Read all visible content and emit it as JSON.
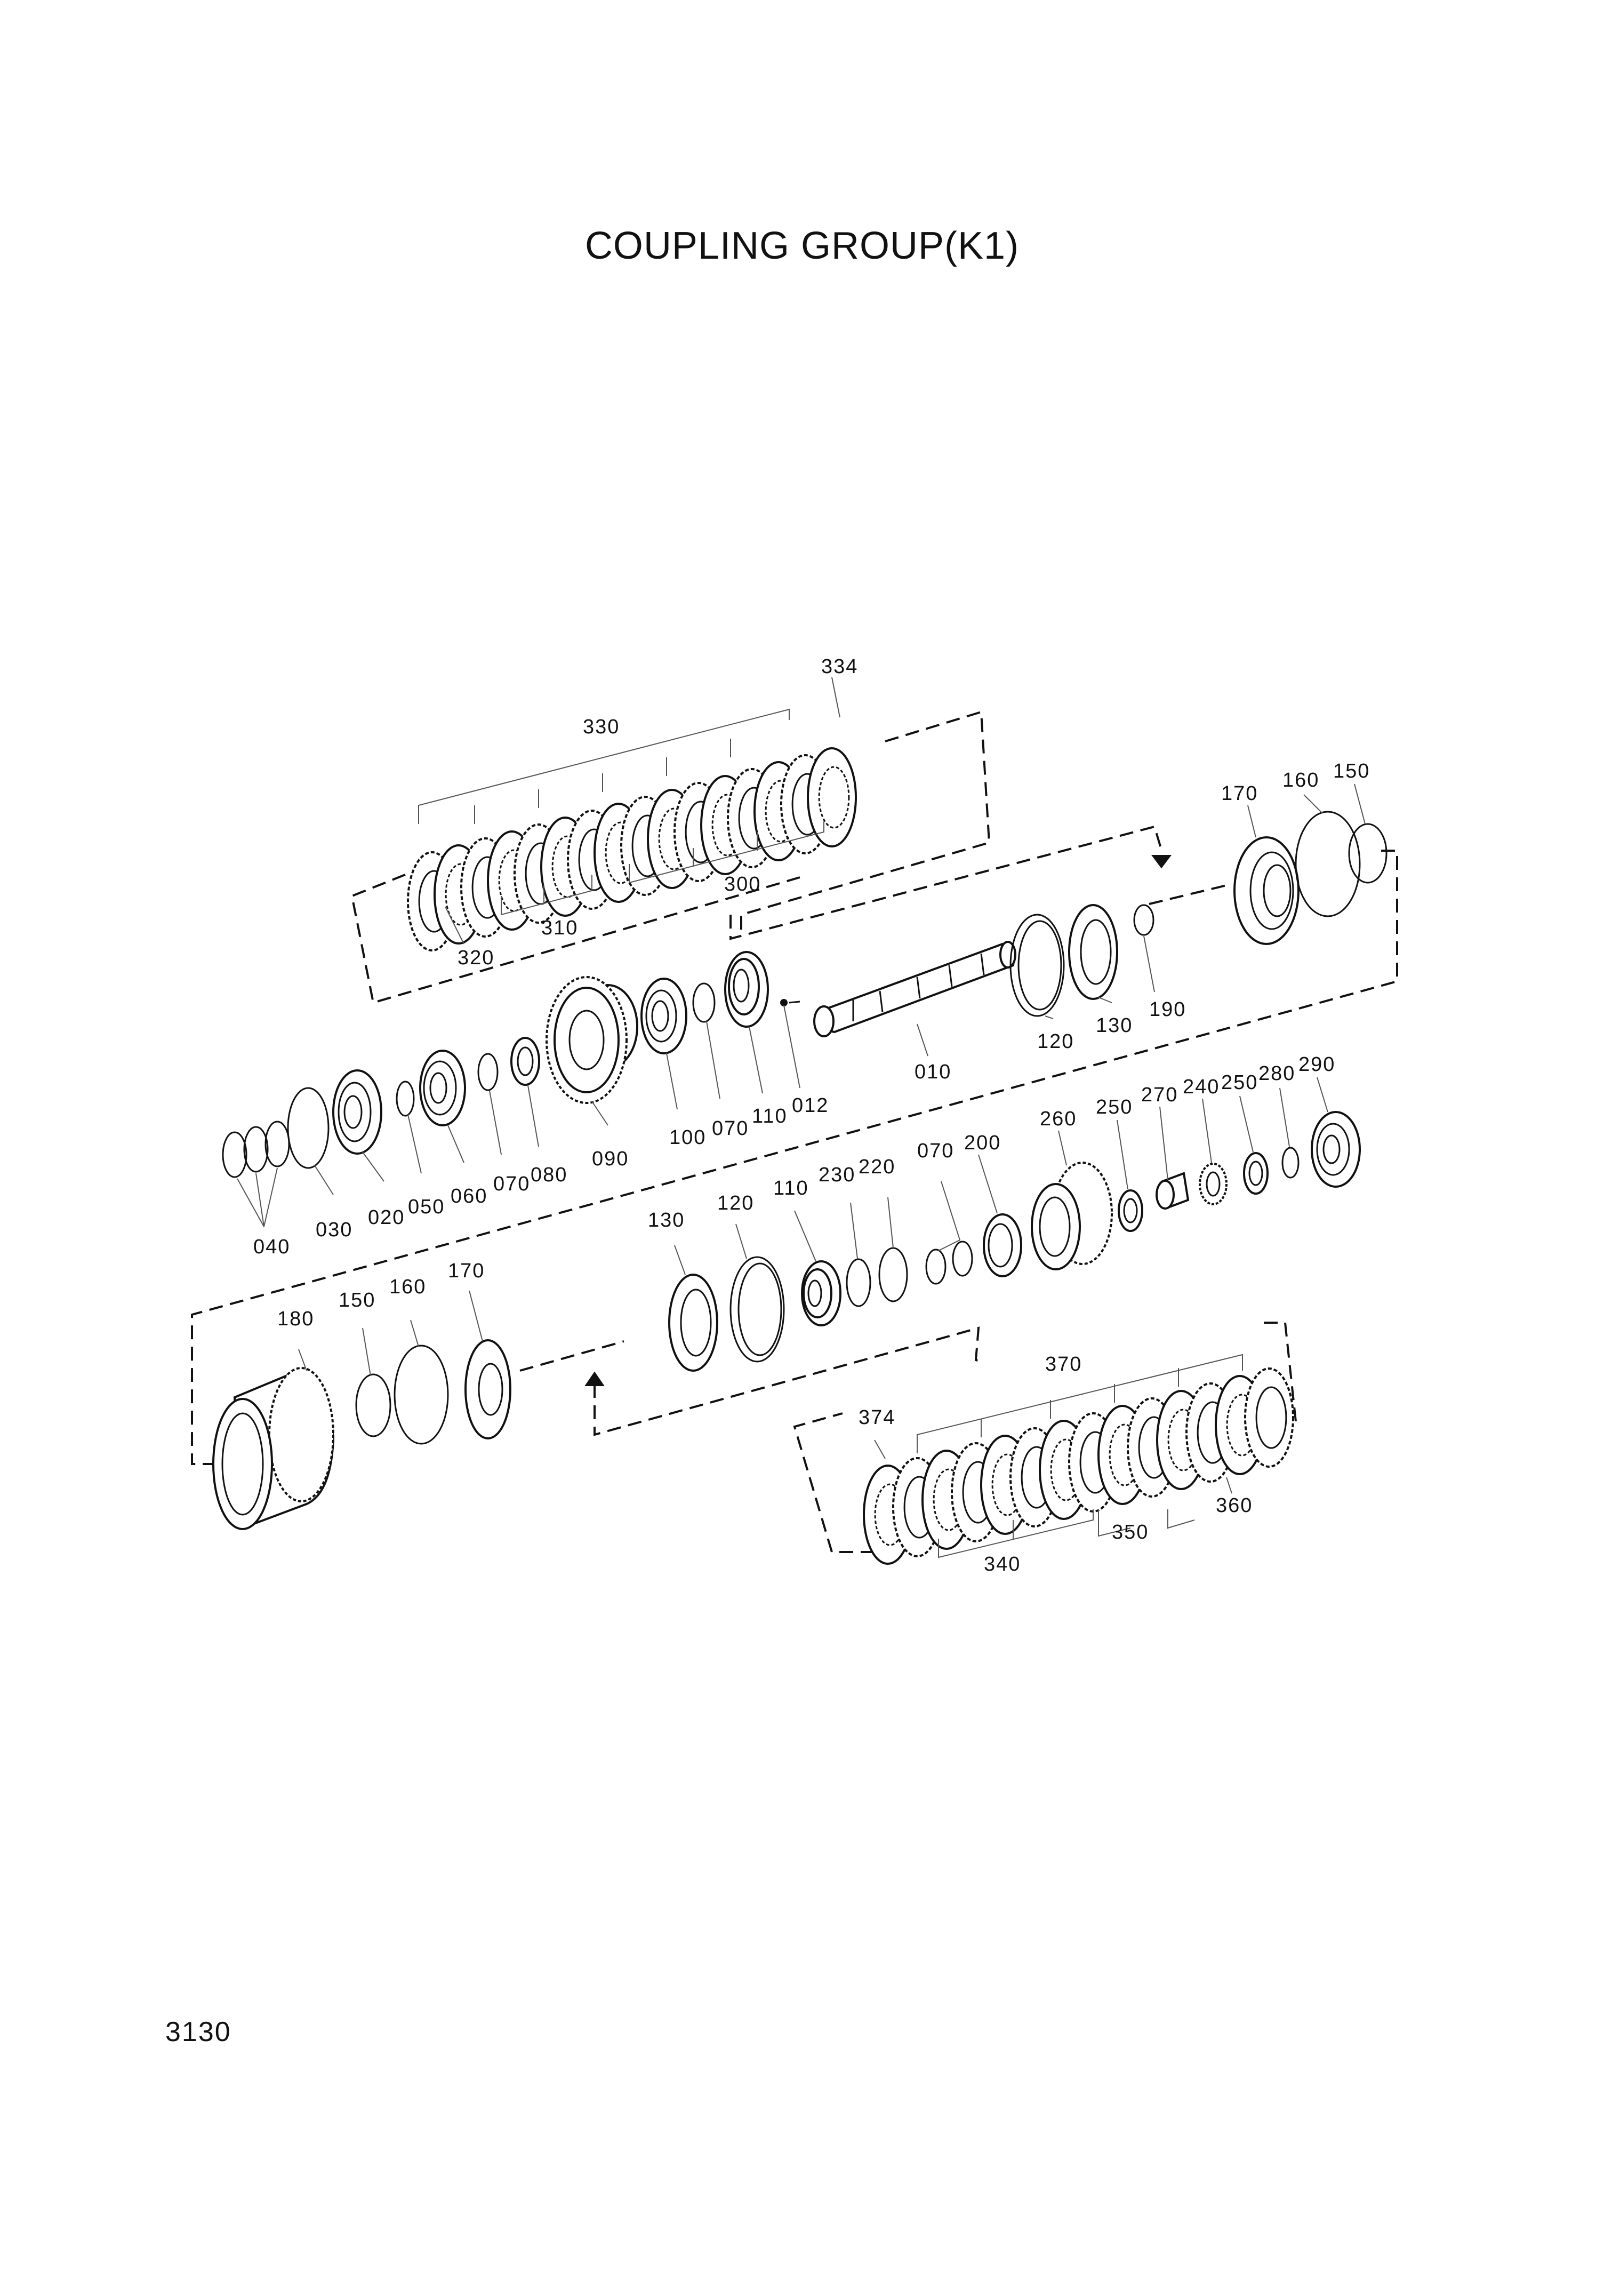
{
  "title": "COUPLING GROUP(K1)",
  "page_number": "3130",
  "parts": [
    {
      "id": "p334",
      "label": "334"
    },
    {
      "id": "p330",
      "label": "330"
    },
    {
      "id": "p300",
      "label": "300"
    },
    {
      "id": "p310",
      "label": "310"
    },
    {
      "id": "p320",
      "label": "320"
    },
    {
      "id": "p170a",
      "label": "170"
    },
    {
      "id": "p160a",
      "label": "160"
    },
    {
      "id": "p150a",
      "label": "150"
    },
    {
      "id": "p190",
      "label": "190"
    },
    {
      "id": "p130a",
      "label": "130"
    },
    {
      "id": "p120a",
      "label": "120"
    },
    {
      "id": "p010",
      "label": "010"
    },
    {
      "id": "p012",
      "label": "012"
    },
    {
      "id": "p110a",
      "label": "110"
    },
    {
      "id": "p070a",
      "label": "070"
    },
    {
      "id": "p100",
      "label": "100"
    },
    {
      "id": "p090",
      "label": "090"
    },
    {
      "id": "p080",
      "label": "080"
    },
    {
      "id": "p070b",
      "label": "070"
    },
    {
      "id": "p060",
      "label": "060"
    },
    {
      "id": "p050",
      "label": "050"
    },
    {
      "id": "p020",
      "label": "020"
    },
    {
      "id": "p030",
      "label": "030"
    },
    {
      "id": "p040",
      "label": "040"
    },
    {
      "id": "p290",
      "label": "290"
    },
    {
      "id": "p280",
      "label": "280"
    },
    {
      "id": "p250a",
      "label": "250"
    },
    {
      "id": "p240",
      "label": "240"
    },
    {
      "id": "p270",
      "label": "270"
    },
    {
      "id": "p250b",
      "label": "250"
    },
    {
      "id": "p260",
      "label": "260"
    },
    {
      "id": "p200",
      "label": "200"
    },
    {
      "id": "p070c",
      "label": "070"
    },
    {
      "id": "p220",
      "label": "220"
    },
    {
      "id": "p230",
      "label": "230"
    },
    {
      "id": "p110b",
      "label": "110"
    },
    {
      "id": "p120b",
      "label": "120"
    },
    {
      "id": "p130b",
      "label": "130"
    },
    {
      "id": "p170b",
      "label": "170"
    },
    {
      "id": "p160b",
      "label": "160"
    },
    {
      "id": "p150b",
      "label": "150"
    },
    {
      "id": "p180",
      "label": "180"
    },
    {
      "id": "p370",
      "label": "370"
    },
    {
      "id": "p374",
      "label": "374"
    },
    {
      "id": "p360",
      "label": "360"
    },
    {
      "id": "p350",
      "label": "350"
    },
    {
      "id": "p340",
      "label": "340"
    }
  ]
}
